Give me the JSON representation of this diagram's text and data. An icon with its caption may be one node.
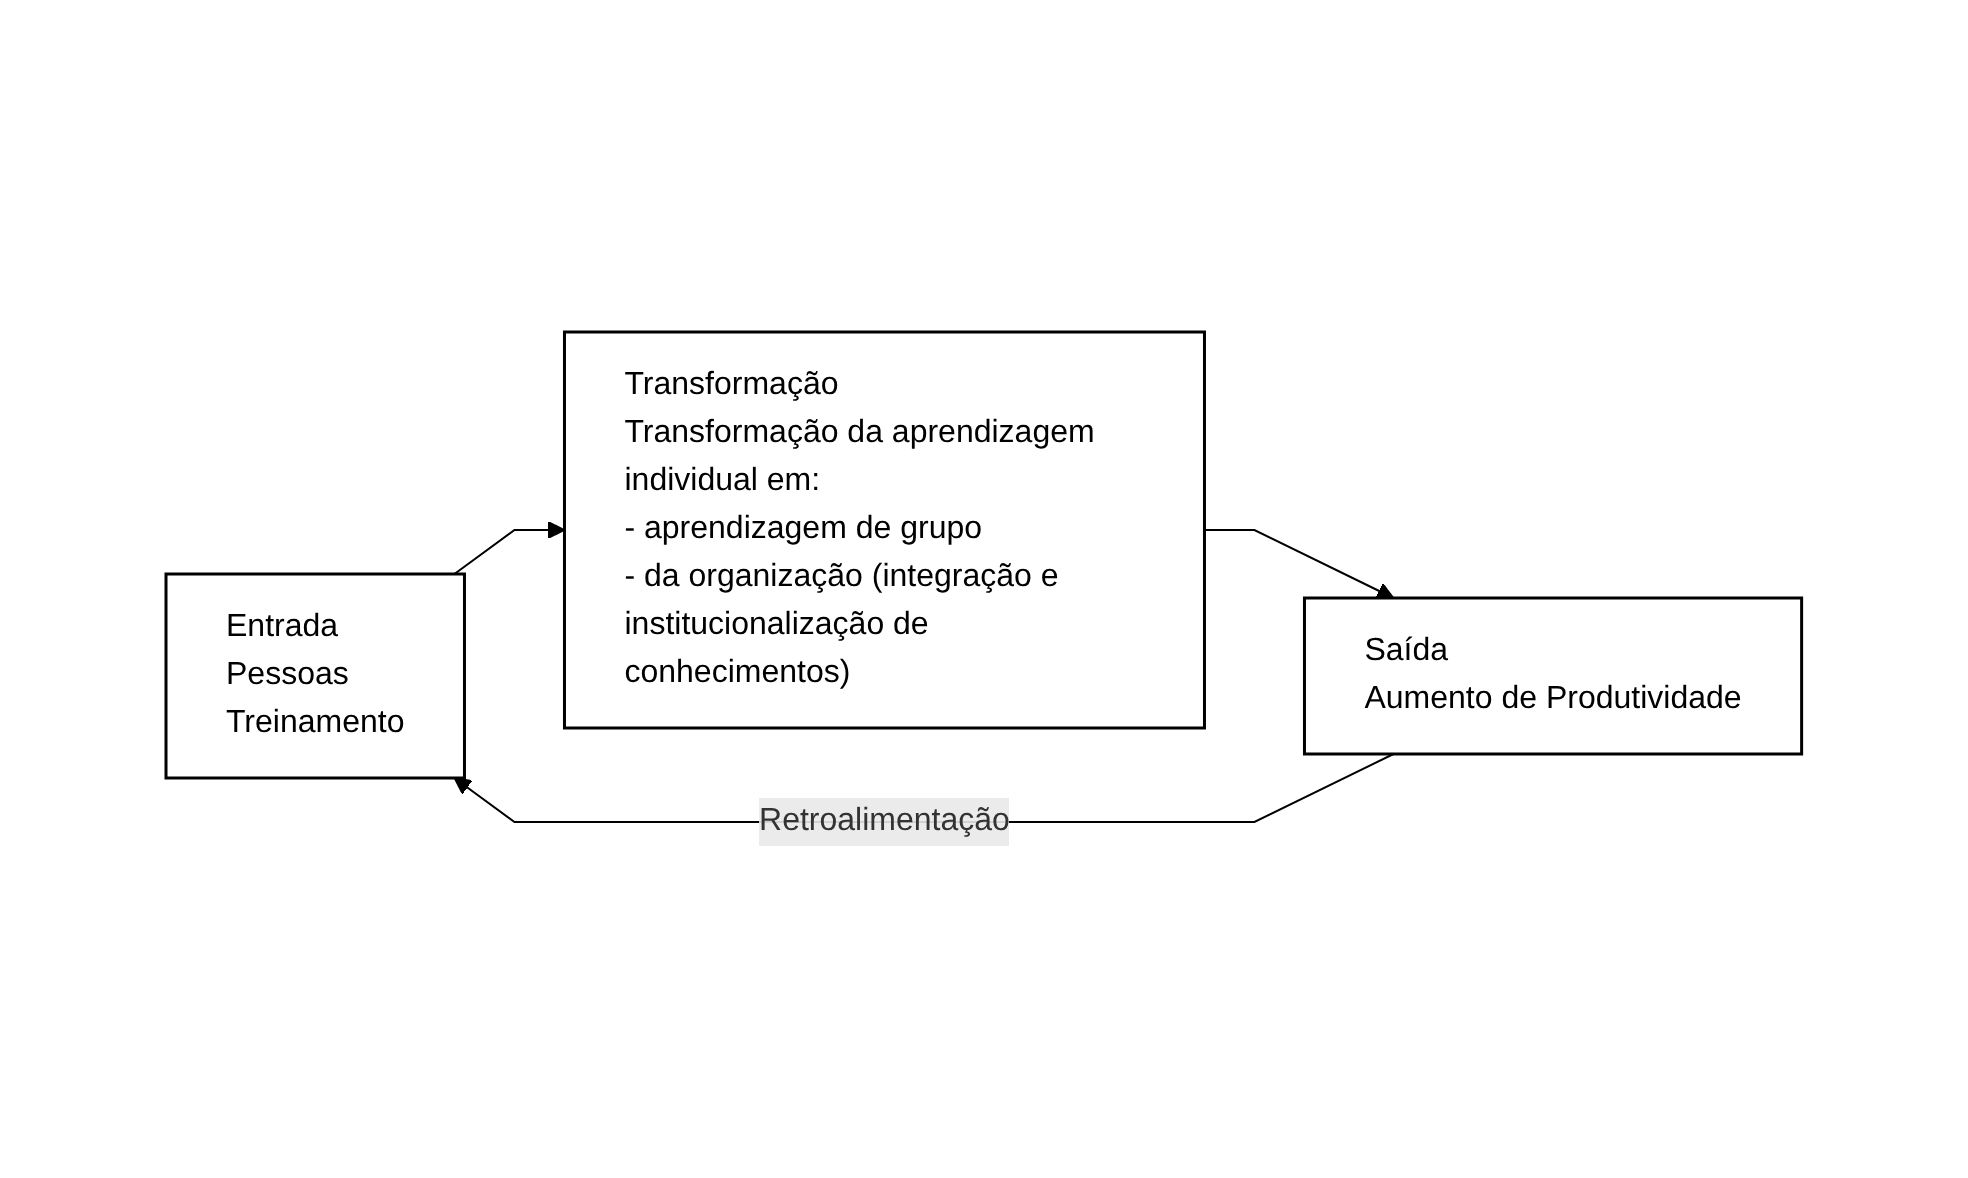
{
  "diagram": {
    "nodes": [
      {
        "text": [
          "Entrada",
          "Pessoas",
          "Treinamento"
        ]
      },
      {
        "text": [
          "Transformação",
          "Transformação da aprendizagem individual em:",
          "- aprendizagem de grupo",
          "- da organização (integração e institucionalização de conhecimentos)"
        ]
      },
      {
        "text": [
          "Saída",
          "Aumento de Produtividade"
        ]
      }
    ],
    "edges": [
      {
        "from": 0,
        "to": 1,
        "arrow": "to"
      },
      {
        "from": 1,
        "to": 2,
        "arrow": "to"
      },
      {
        "from": 2,
        "to": 0,
        "arrow": "to",
        "label": "Retroalimentação"
      }
    ]
  }
}
